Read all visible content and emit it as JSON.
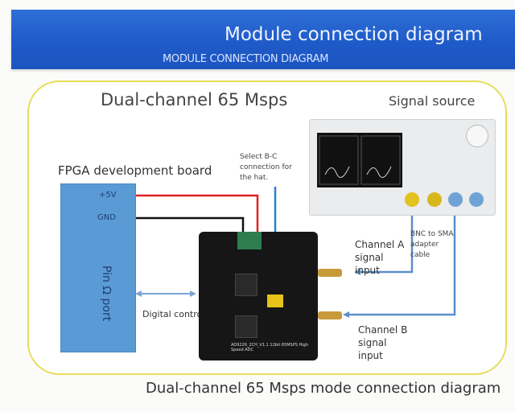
{
  "banner": {
    "title": "Module connection diagram",
    "subtitle": "MODULE CONNECTION DIAGRAM"
  },
  "diagram": {
    "heading": "Dual-channel 65 Msps",
    "signal_source_label": "Signal source",
    "fpga_label": "FPGA development board",
    "fpga_pins": {
      "vcc": "+5V",
      "gnd": "GND",
      "port": "Pin Ω port"
    },
    "jumper_note": "Select B-C connection for the hat.",
    "digital_label": "Digital control signal",
    "cable_label": "BNC to SMA adapter cable",
    "channel_a": "Channel A signal input",
    "channel_b": "Channel B signal input",
    "board_silkscreen": "AD9226_2CH_V1.1  12bit 65MSPS High Speed ADC",
    "wire_colors": {
      "vcc": "#e02020",
      "gnd": "#111111",
      "signal": "#5b8fc8",
      "jumper": "#2a7fd4"
    }
  },
  "caption": "Dual-channel 65 Msps mode connection diagram"
}
